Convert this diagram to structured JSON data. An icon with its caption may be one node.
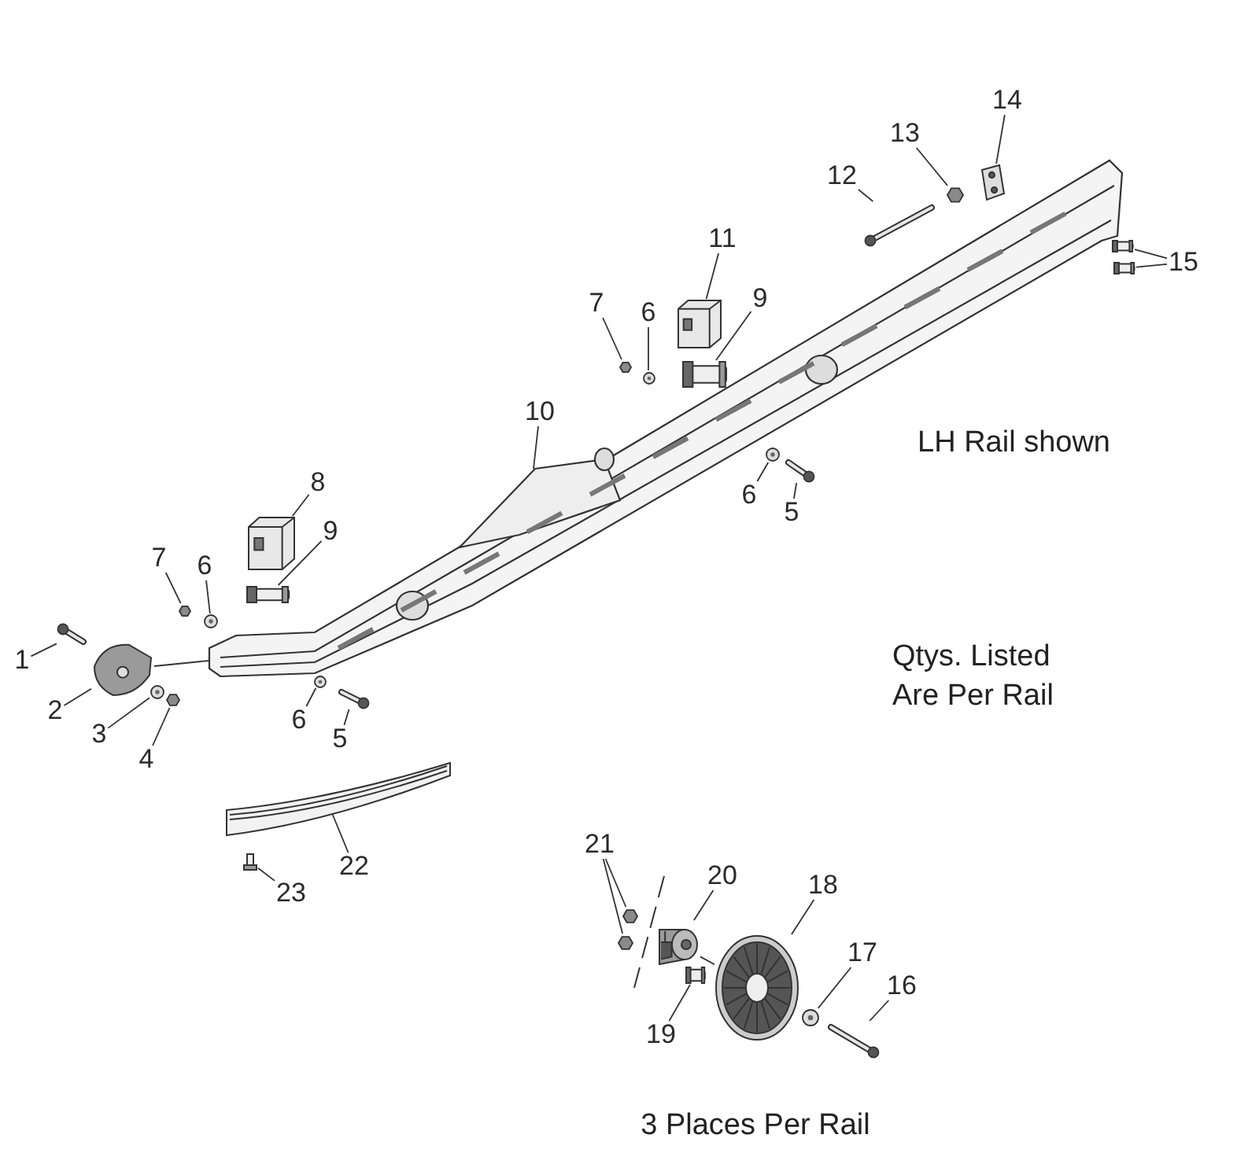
{
  "diagram": {
    "nodes": [
      {
        "text": [
          "1"
        ]
      },
      {
        "text": [
          "2"
        ]
      },
      {
        "text": [
          "3"
        ]
      },
      {
        "text": [
          "4"
        ]
      },
      {
        "text": [
          "5"
        ]
      },
      {
        "text": [
          "6"
        ]
      },
      {
        "text": [
          "7"
        ]
      },
      {
        "text": [
          "6"
        ]
      },
      {
        "text": [
          "8"
        ]
      },
      {
        "text": [
          "9"
        ]
      },
      {
        "text": [
          "10"
        ]
      },
      {
        "text": [
          "11"
        ]
      },
      {
        "text": [
          "7"
        ]
      },
      {
        "text": [
          "6"
        ]
      },
      {
        "text": [
          "9"
        ]
      },
      {
        "text": [
          "12"
        ]
      },
      {
        "text": [
          "13"
        ]
      },
      {
        "text": [
          "14"
        ]
      },
      {
        "text": [
          "15"
        ]
      },
      {
        "text": [
          "6"
        ]
      },
      {
        "text": [
          "5"
        ]
      },
      {
        "text": [
          "22"
        ]
      },
      {
        "text": [
          "23"
        ]
      },
      {
        "text": [
          "21"
        ]
      },
      {
        "text": [
          "20"
        ]
      },
      {
        "text": [
          "18"
        ]
      },
      {
        "text": [
          "17"
        ]
      },
      {
        "text": [
          "16"
        ]
      },
      {
        "text": [
          "19"
        ]
      },
      {
        "text": [],
        "shape": "picture"
      },
      {
        "text": [],
        "shape": "picture"
      },
      {
        "text": [],
        "shape": "circle"
      },
      {
        "text": [],
        "shape": "hexagon"
      },
      {
        "text": [],
        "shape": "picture"
      },
      {
        "text": [],
        "shape": "circle"
      },
      {
        "text": [],
        "shape": "hexagon"
      },
      {
        "text": [],
        "shape": "circle"
      },
      {
        "text": [],
        "shape": "picture"
      },
      {
        "text": [],
        "shape": "cylinder"
      },
      {
        "text": [],
        "shape": "picture"
      },
      {
        "text": [],
        "shape": "picture"
      },
      {
        "text": [],
        "shape": "hexagon"
      },
      {
        "text": [],
        "shape": "circle"
      },
      {
        "text": [],
        "shape": "cylinder"
      },
      {
        "text": [],
        "shape": "picture"
      },
      {
        "text": [],
        "shape": "hexagon"
      },
      {
        "text": [],
        "shape": "picture"
      },
      {
        "text": [],
        "shape": "cylinder"
      },
      {
        "text": [],
        "shape": "cylinder"
      },
      {
        "text": [],
        "shape": "circle"
      },
      {
        "text": [],
        "shape": "picture"
      },
      {
        "text": [],
        "shape": "picture"
      },
      {
        "text": [],
        "shape": "cylinder"
      },
      {
        "text": [],
        "shape": "hexagon"
      },
      {
        "text": [],
        "shape": "hexagon"
      },
      {
        "text": [],
        "shape": "picture"
      },
      {
        "text": [],
        "shape": "picture"
      },
      {
        "text": [],
        "shape": "circle"
      },
      {
        "text": [],
        "shape": "picture"
      },
      {
        "text": [],
        "shape": "cylinder"
      }
    ],
    "edges": [
      {
        "from": 0,
        "to": 29,
        "arrow": "none"
      },
      {
        "from": 1,
        "to": 30,
        "arrow": "none"
      },
      {
        "from": 2,
        "to": 31,
        "arrow": "none"
      },
      {
        "from": 3,
        "to": 32,
        "arrow": "none"
      },
      {
        "from": 4,
        "to": 33,
        "arrow": "none"
      },
      {
        "from": 5,
        "to": 34,
        "arrow": "none"
      },
      {
        "from": 6,
        "to": 35,
        "arrow": "none"
      },
      {
        "from": 7,
        "to": 36,
        "arrow": "none"
      },
      {
        "from": 8,
        "to": 37,
        "arrow": "none"
      },
      {
        "from": 9,
        "to": 38,
        "arrow": "none"
      },
      {
        "from": 10,
        "to": 39,
        "arrow": "none"
      },
      {
        "from": 11,
        "to": 40,
        "arrow": "none"
      },
      {
        "from": 12,
        "to": 41,
        "arrow": "none"
      },
      {
        "from": 13,
        "to": 42,
        "arrow": "none"
      },
      {
        "from": 14,
        "to": 43,
        "arrow": "none"
      },
      {
        "from": 15,
        "to": 44,
        "arrow": "none"
      },
      {
        "from": 16,
        "to": 45,
        "arrow": "none"
      },
      {
        "from": 17,
        "to": 46,
        "arrow": "none"
      },
      {
        "from": 18,
        "to": 47,
        "arrow": "none"
      },
      {
        "from": 18,
        "to": 48,
        "arrow": "none"
      },
      {
        "from": 19,
        "to": 49,
        "arrow": "none"
      },
      {
        "from": 20,
        "to": 50,
        "arrow": "none"
      },
      {
        "from": 21,
        "to": 51,
        "arrow": "none"
      },
      {
        "from": 22,
        "to": 52,
        "arrow": "none"
      },
      {
        "from": 23,
        "to": 53,
        "arrow": "none"
      },
      {
        "from": 23,
        "to": 54,
        "arrow": "none"
      },
      {
        "from": 24,
        "to": 55,
        "arrow": "none"
      },
      {
        "from": 25,
        "to": 56,
        "arrow": "none"
      },
      {
        "from": 26,
        "to": 57,
        "arrow": "none"
      },
      {
        "from": 27,
        "to": 58,
        "arrow": "none"
      },
      {
        "from": 28,
        "to": 59,
        "arrow": "none"
      },
      {
        "from": 30,
        "to": 39,
        "arrow": "none"
      },
      {
        "from": 55,
        "to": 56,
        "arrow": "none"
      }
    ],
    "labels": [
      "LH Rail shown",
      "Qtys. Listed Are Per Rail",
      "3 Places Per Rail"
    ]
  }
}
